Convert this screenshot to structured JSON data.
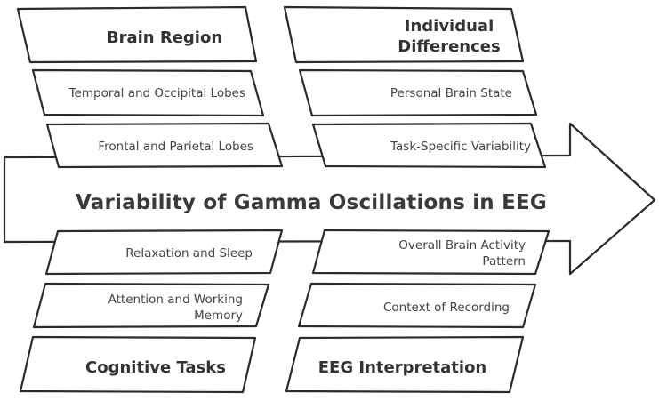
{
  "title": "Variability of Gamma Oscillations in EEG",
  "categories": {
    "brain_region": {
      "heading": "Brain Region",
      "causes": [
        "Temporal and Occipital Lobes",
        "Frontal and Parietal Lobes"
      ]
    },
    "individual_differences": {
      "heading": "Individual Differences",
      "causes": [
        "Personal Brain State",
        "Task-Specific Variability"
      ]
    },
    "cognitive_tasks": {
      "heading": "Cognitive Tasks",
      "causes": [
        "Relaxation and Sleep",
        "Attention and Working Memory"
      ]
    },
    "eeg_interpretation": {
      "heading": "EEG Interpretation",
      "causes": [
        "Overall Brain Activity Pattern",
        "Context of Recording"
      ]
    }
  },
  "colors": {
    "stroke": "#2b2b2b",
    "fill": "#ffffff",
    "text": "#444444"
  }
}
